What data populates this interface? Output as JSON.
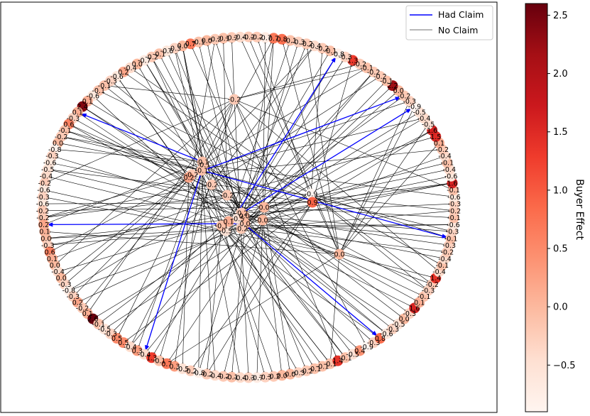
{
  "chart_data": {
    "type": "network",
    "legend": [
      {
        "label": "Had Claim",
        "color": "#0000ff"
      },
      {
        "label": "No Claim",
        "color": "#a0a0a0"
      }
    ],
    "colorbar": {
      "label": "Buyer Effect",
      "min": -0.9,
      "max": 2.6,
      "ticks": [
        2.5,
        2.0,
        1.5,
        1.0,
        0.5,
        0.0,
        -0.5
      ],
      "tick_labels": [
        "2.5",
        "2.0",
        "1.5",
        "1.0",
        "0.5",
        "0.0",
        "−0.5"
      ],
      "colors": [
        "#fff5f0",
        "#fee0d2",
        "#fcbba1",
        "#fc9272",
        "#fb6a4a",
        "#ef3b2c",
        "#cb181d",
        "#a50f15",
        "#67000d"
      ]
    },
    "claim_edge_color": "#0000ff",
    "plain_edge_color": "#000000",
    "outer_values": [
      -0.2,
      -0.4,
      -0.2,
      -0.1,
      -0.2,
      0.0,
      -0.1,
      0.7,
      0.0,
      -0.3,
      -0.6,
      -0.1,
      -0.2,
      -0.7,
      0.0,
      -0.4,
      0.2,
      -0.6,
      -0.3,
      -0.1,
      -0.1,
      -0.6,
      0.1,
      2.4,
      0.1,
      -0.3,
      0.6,
      -0.1,
      -0.2,
      0.0,
      -0.8,
      -0.3,
      -0.6,
      -0.5,
      -0.4,
      -0.2,
      -0.6,
      -0.3,
      -0.6,
      -0.2,
      -0.2,
      0.2,
      0.1,
      0.0,
      -0.3,
      0.6,
      0.1,
      0.0,
      -0.4,
      0.0,
      -0.3,
      -0.8,
      -0.3,
      0.2,
      -0.2,
      0.1,
      2.6,
      -0.1,
      -0.5,
      -0.3,
      0.5,
      0.5,
      -0.4,
      0.3,
      -0.4,
      1.3,
      -0.1,
      0.7,
      0.3,
      -0.5,
      -0.2,
      -0.8,
      -0.2,
      -0.4,
      -0.2,
      -0.1,
      -0.4,
      -0.3,
      -0.7,
      -0.3,
      -0.2,
      0.0,
      0.0,
      -0.3,
      -0.2,
      -0.1,
      -0.1,
      -0.1,
      1.4,
      -0.1,
      -0.5,
      0.4,
      -0.9,
      -0.3,
      0.8,
      -0.6,
      -0.3,
      -0.5,
      0.0,
      -0.3,
      1.6,
      0.1,
      -0.1,
      -0.3,
      -0.2,
      1.4,
      -0.4,
      -0.1,
      -0.4,
      -0.2,
      -0.3,
      -0.1,
      -0.3,
      -0.6,
      -0.1,
      -0.2,
      -0.3,
      -0.6,
      -0.1,
      1.6,
      -0.6,
      -0.4,
      -0.1,
      -0.4,
      -0.2,
      0.1,
      1.5,
      1.6,
      -0.5,
      -0.4,
      -0.5,
      -0.9,
      -0.3,
      -0.2,
      -0.0,
      2.2,
      -0.1,
      -0.2,
      -0.2,
      -0.1,
      -0.2,
      1.3,
      -0.3,
      -0.8,
      -0.1,
      -0.2,
      -0.4,
      -0.2,
      -0.3,
      -0.1,
      0.8,
      0.7,
      -0.7,
      -0.2
    ],
    "inner_values": [
      -0.1,
      -0.2,
      -0.1,
      -0.2,
      0.0,
      -0.2,
      -0.9,
      0.0,
      -0.0,
      -0.5,
      0.9,
      -0.1,
      -0.5,
      0.0,
      -0.2,
      -0.0,
      -0.2,
      0.1,
      -0.1,
      -0.2,
      0.2
    ],
    "claim_edges": [
      [
        0,
        24
      ],
      [
        8,
        41
      ],
      [
        18,
        64
      ],
      [
        12,
        94
      ],
      [
        2,
        111
      ],
      [
        11,
        131
      ],
      [
        9,
        143
      ],
      [
        1,
        133
      ]
    ]
  }
}
